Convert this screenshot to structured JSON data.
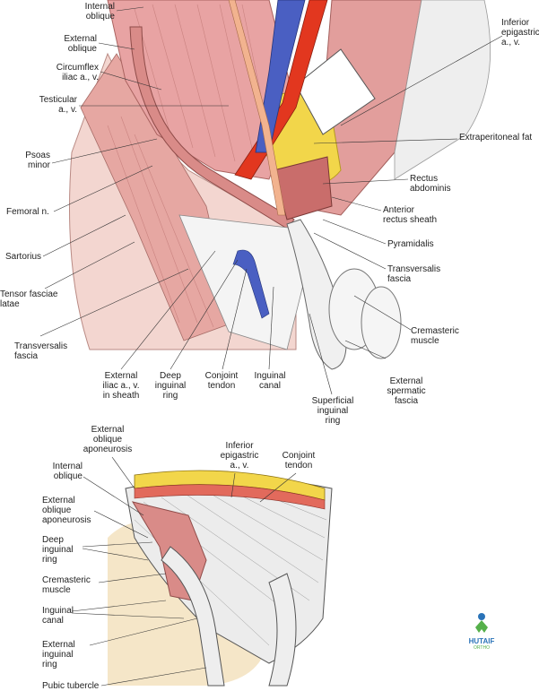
{
  "colors": {
    "muscle": "#e8a3a3",
    "muscle_dark": "#c97474",
    "skin": "#f3d6d0",
    "fat": "#f2d64a",
    "artery": "#e2371f",
    "vein": "#4a5fc2",
    "fascia": "#f2f2f2",
    "bone": "#f5e6c8",
    "logo_blue": "#2a73b8",
    "logo_green": "#55b04a"
  },
  "top_diagram": {
    "labels": {
      "internal_oblique": "Internal\noblique",
      "external_oblique": "External\noblique",
      "circumflex_iliac": "Circumflex\niliac a., v.",
      "testicular": "Testicular\na., v.",
      "psoas_minor": "Psoas\nminor",
      "femoral_n": "Femoral n.",
      "sartorius": "Sartorius",
      "tensor_fasciae_latae": "Tensor fasciae\nlatae",
      "transversalis_fascia_left": "Transversalis\nfascia",
      "external_iliac": "External\niliac a., v.\nin sheath",
      "deep_inguinal_ring": "Deep\ninguinal\nring",
      "conjoint_tendon": "Conjoint\ntendon",
      "inguinal_canal": "Inguinal\ncanal",
      "superficial_inguinal_ring": "Superficial\ninguinal\nring",
      "inferior_epigastric": "Inferior\nepigastric\na., v.",
      "extraperitoneal_fat": "Extraperitoneal fat",
      "rectus_abdominis": "Rectus\nabdominis",
      "anterior_rectus_sheath": "Anterior\nrectus sheath",
      "pyramidalis": "Pyramidalis",
      "transversalis_fascia_right": "Transversalis\nfascia",
      "cremasteric_muscle": "Cremasteric\nmuscle",
      "external_spermatic_fascia": "External\nspermatic\nfascia"
    }
  },
  "bottom_diagram": {
    "labels": {
      "external_oblique_aponeurosis_top": "External\noblique\naponeurosis",
      "internal_oblique": "Internal\noblique",
      "external_oblique_aponeurosis": "External\noblique\naponeurosis",
      "deep_inguinal_ring": "Deep\ninguinal\nring",
      "cremasteric_muscle": "Cremasteric\nmuscle",
      "inguinal_canal": "Inguinal\ncanal",
      "external_inguinal_ring": "External\ninguinal\nring",
      "pubic_tubercle": "Pubic tubercle",
      "inferior_epigastric": "Inferior\nepigastric\na., v.",
      "conjoint_tendon": "Conjoint\ntendon"
    }
  },
  "logo": {
    "name": "HUTAIF",
    "sub": "ORTHO"
  }
}
